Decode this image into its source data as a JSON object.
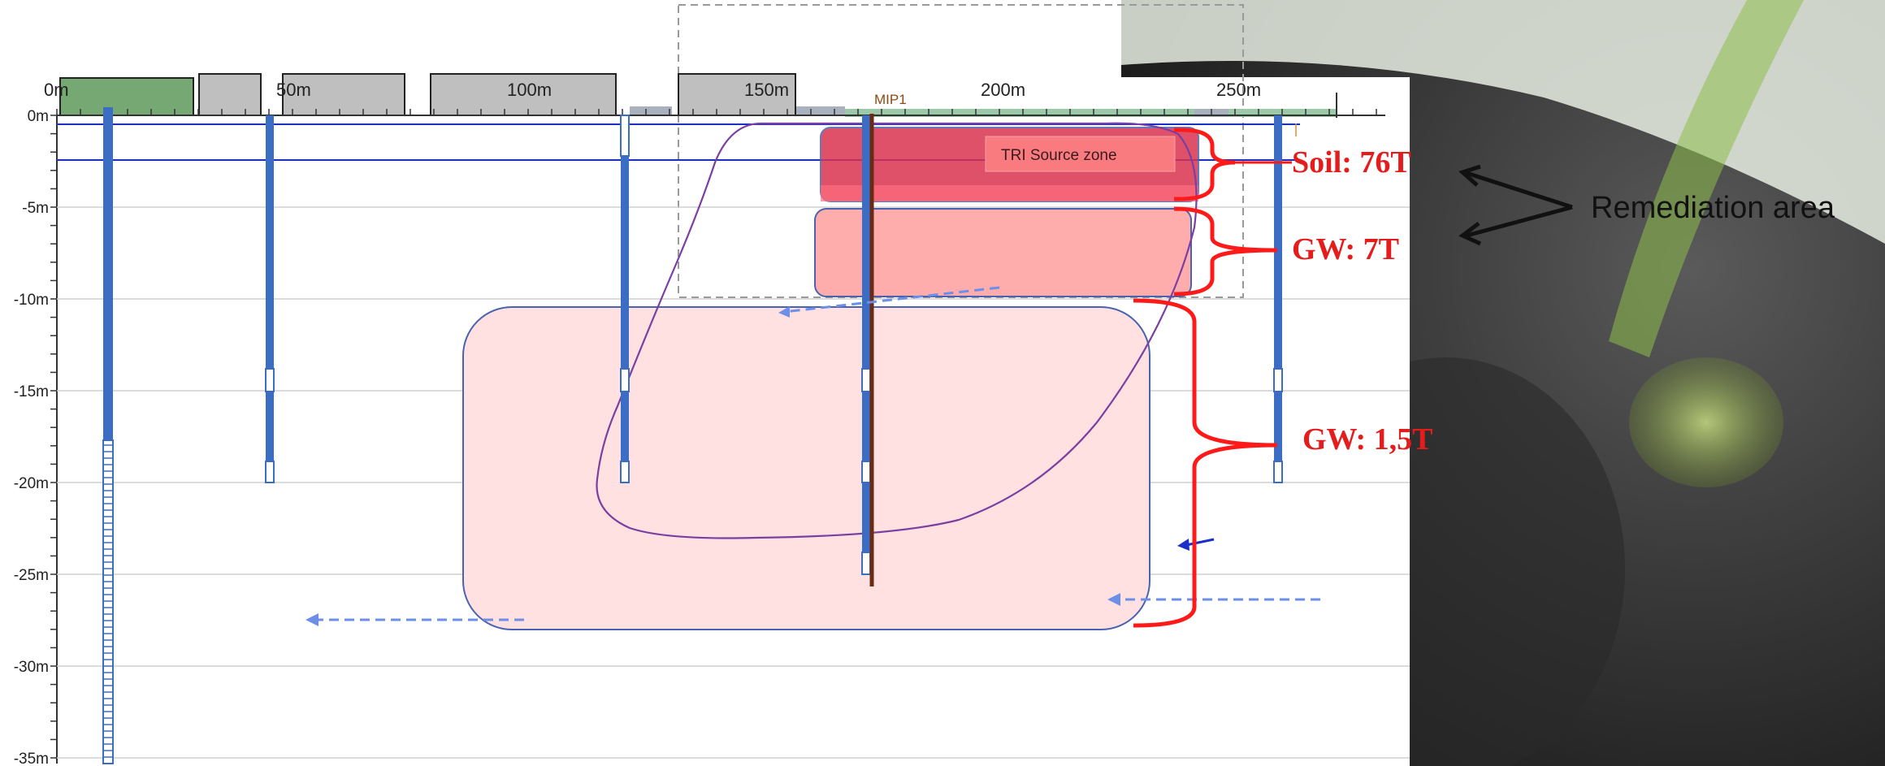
{
  "colors": {
    "well": "#3b6dc5",
    "plume_outline": "#7a3fa0",
    "soil_zone": "#d62d4a",
    "gw_zone": "#ff8c8c",
    "deep_zone": "#ffd6d6",
    "bracket": "#ff1a1a",
    "flow_arrow": "#6d8fe8",
    "mip": "#6b2a12",
    "ground_strip": "#9cc9a8"
  },
  "distance_axis": {
    "ticks": [
      "0m",
      "50m",
      "100m",
      "150m",
      "200m",
      "250m"
    ]
  },
  "depth_axis": {
    "ticks": [
      "0m",
      "-5m",
      "-10m",
      "-15m",
      "-20m",
      "-25m",
      "-30m",
      "-35m"
    ]
  },
  "mip_label": "MIP1",
  "source_zone_label": "TRI Source zone",
  "mass_labels": {
    "soil": "Soil: 76T",
    "gw_upper": "GW: 7T",
    "gw_deep": "GW: 1,5T"
  },
  "callout": "Remediation area",
  "icons": {
    "flow": "dashed-arrow-left-icon"
  }
}
